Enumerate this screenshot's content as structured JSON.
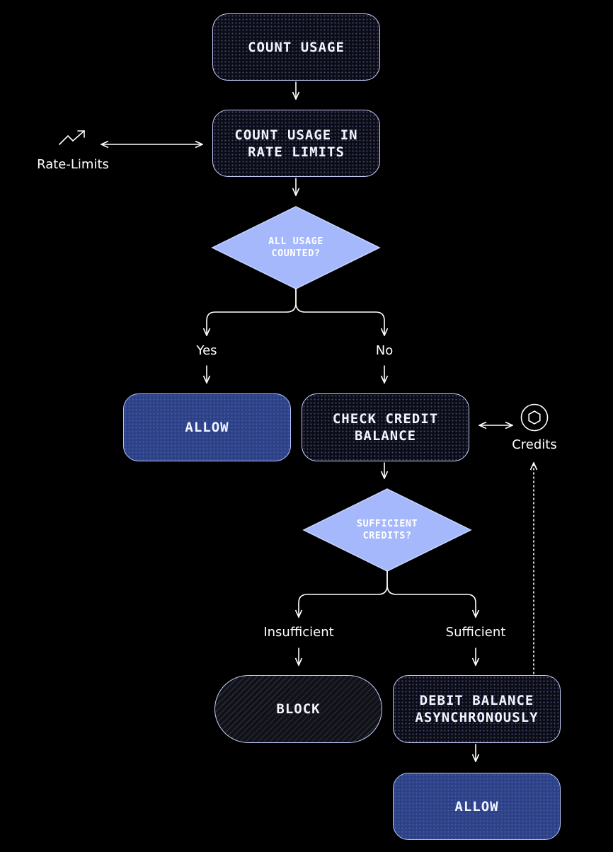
{
  "nodes": {
    "count_usage": "COUNT USAGE",
    "count_usage_rate_limits": "COUNT USAGE IN\nRATE LIMITS",
    "all_usage_counted": "ALL USAGE\nCOUNTED?",
    "allow_left": "ALLOW",
    "check_credit_balance": "CHECK CREDIT\nBALANCE",
    "sufficient_credits": "SUFFICIENT\nCREDITS?",
    "block": "BLOCK",
    "debit_balance": "DEBIT BALANCE\nASYNCHRONOUSLY",
    "allow_bottom": "ALLOW"
  },
  "branch_labels": {
    "yes": "Yes",
    "no": "No",
    "insufficient": "Insufficient",
    "sufficient": "Sufficient"
  },
  "side_items": {
    "rate_limits": {
      "label": "Rate-Limits",
      "icon": "trending-up-icon"
    },
    "credits": {
      "label": "Credits",
      "icon": "hexagon-coin-icon"
    }
  },
  "colors": {
    "background": "#000000",
    "node_border": "#c8d0ff",
    "decision_fill": "#a4b8fb",
    "allow_fill": "#2d4187",
    "line": "#ffffff"
  }
}
